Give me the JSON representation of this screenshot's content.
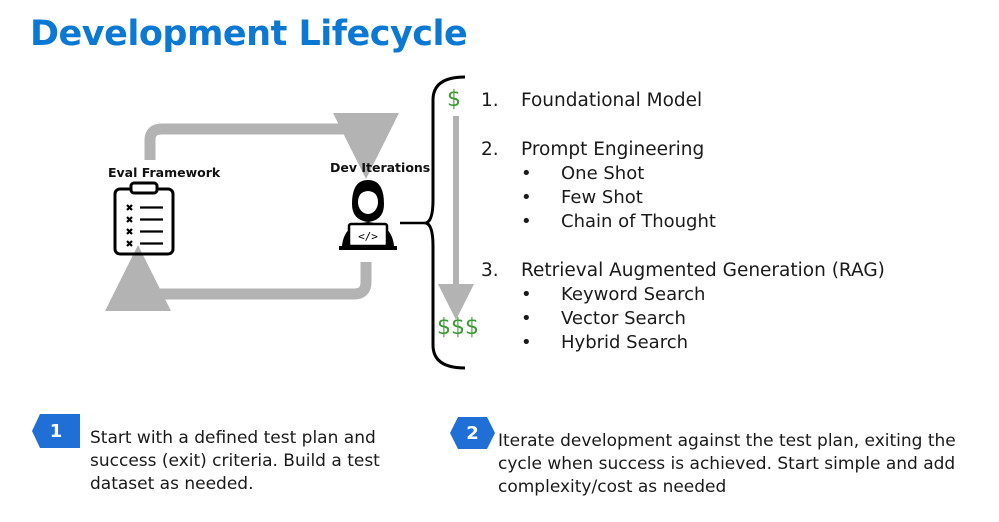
{
  "title": "Development Lifecycle",
  "cycle": {
    "left_label": "Eval Framework",
    "right_label": "Dev Iterations"
  },
  "cost": {
    "low": "$",
    "high": "$$$"
  },
  "approaches": [
    {
      "num": "1.",
      "label": "Foundational Model",
      "subs": []
    },
    {
      "num": "2.",
      "label": "Prompt Engineering",
      "subs": [
        "One Shot",
        "Few Shot",
        "Chain of Thought"
      ]
    },
    {
      "num": "3.",
      "label": "Retrieval Augmented Generation (RAG)",
      "subs": [
        "Keyword Search",
        "Vector Search",
        "Hybrid Search"
      ]
    }
  ],
  "bullet_char": "•",
  "steps": [
    {
      "num": "1",
      "text": "Start with a defined test plan and success (exit) criteria. Build a test dataset as needed."
    },
    {
      "num": "2",
      "text": "Iterate development against the test plan, exiting the cycle when success is achieved. Start simple and add complexity/cost as needed"
    }
  ],
  "colors": {
    "title": "#0b78d4",
    "badge": "#1f6fd6",
    "dollar": "#3a9a34",
    "arrow": "#b3b3b3"
  }
}
